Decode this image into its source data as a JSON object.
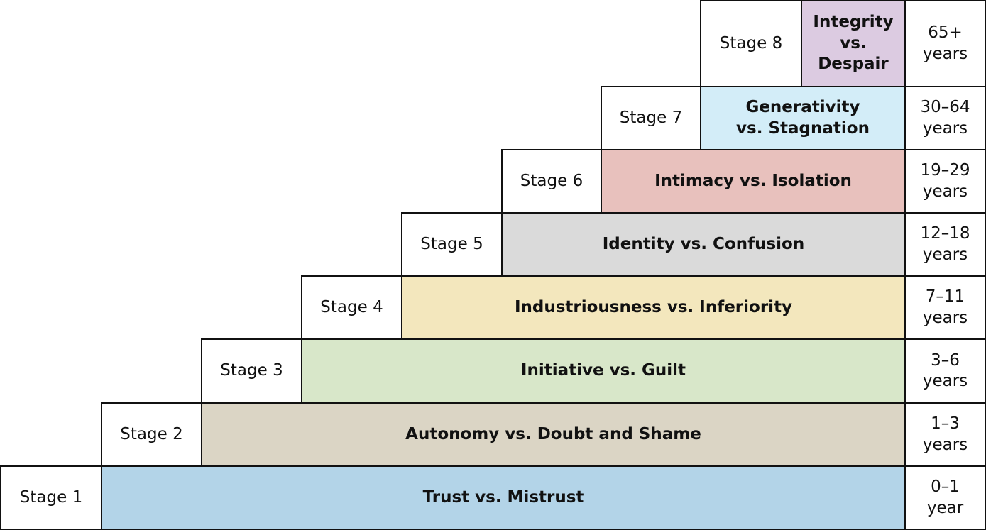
{
  "stages": [
    {
      "stage": "Stage 1",
      "crisis": "Trust vs. Mistrust",
      "age": "0–1\nyear",
      "color": "#b3d4e8"
    },
    {
      "stage": "Stage 2",
      "crisis": "Autonomy vs. Doubt and Shame",
      "age": "1–3\nyears",
      "color": "#dbd5c5"
    },
    {
      "stage": "Stage 3",
      "crisis": "Initiative vs. Guilt",
      "age": "3–6\nyears",
      "color": "#d8e7c9"
    },
    {
      "stage": "Stage 4",
      "crisis": "Industriousness vs. Inferiority",
      "age": "7–11\nyears",
      "color": "#f3e7bd"
    },
    {
      "stage": "Stage 5",
      "crisis": "Identity vs. Confusion",
      "age": "12–18\nyears",
      "color": "#dadada"
    },
    {
      "stage": "Stage 6",
      "crisis": "Intimacy vs. Isolation",
      "age": "19–29\nyears",
      "color": "#e8c1bd"
    },
    {
      "stage": "Stage 7",
      "crisis": "Generativity\nvs. Stagnation",
      "age": "30–64\nyears",
      "color": "#d3edf8"
    },
    {
      "stage": "Stage 8",
      "crisis": "Integrity\nvs.\nDespair",
      "age": "65+\nyears",
      "color": "#dccbe1"
    }
  ]
}
